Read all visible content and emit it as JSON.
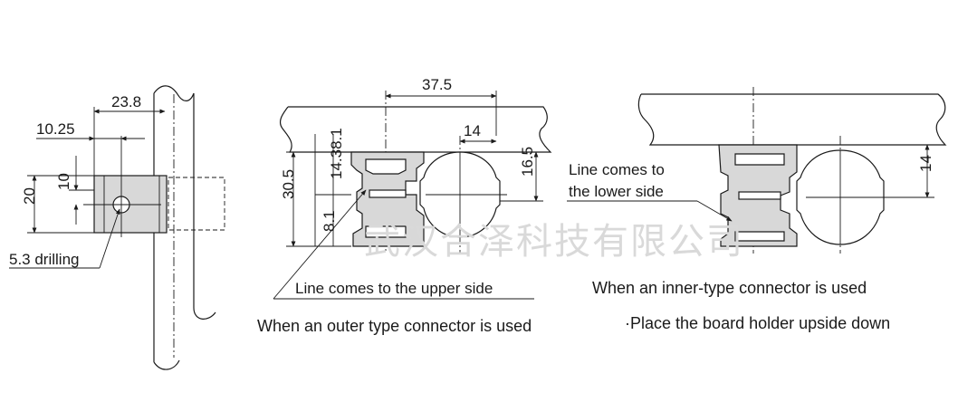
{
  "left_view": {
    "dims": {
      "overall_width": "23.8",
      "hole_offset": "10.25",
      "height": "20",
      "hole_spacing": "10"
    },
    "drilling_label": "5.3 drilling"
  },
  "middle_view": {
    "dims": {
      "width": "37.5",
      "pipe_offset": "14",
      "total_height": "30.5",
      "upper": "14.38.1",
      "lower": "8.1",
      "pipe_height": "16.5"
    },
    "note": "Line comes to the upper side",
    "caption": "When an outer type connector is used"
  },
  "right_view": {
    "dims": {
      "pipe_offset": "14"
    },
    "note_line1": "Line comes to",
    "note_line2": "the lower side",
    "caption": "When an inner-type connector is used",
    "subcaption": "·Place the board holder upside down"
  },
  "watermark": "武汉合泽科技有限公司"
}
